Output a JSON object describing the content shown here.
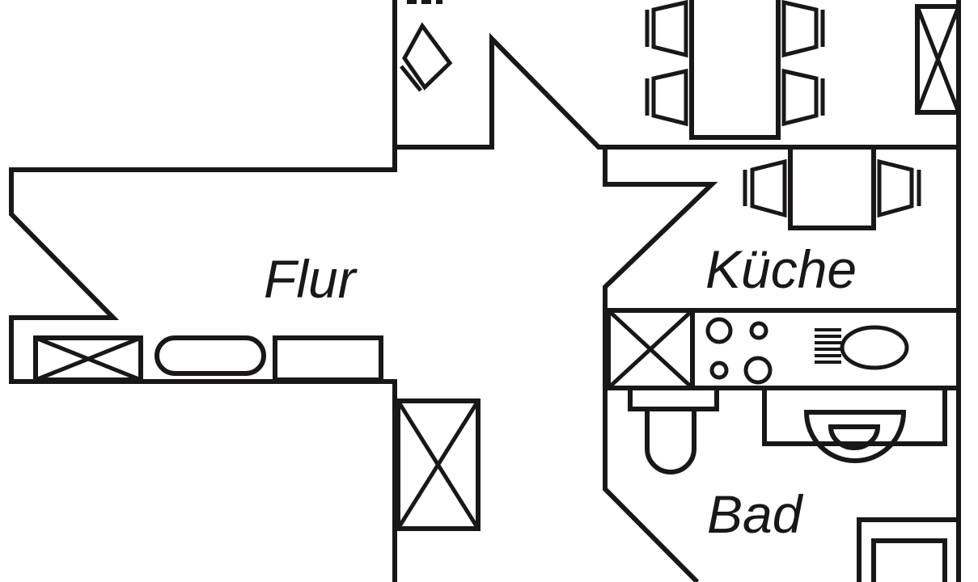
{
  "plan": {
    "rooms": [
      {
        "id": "flur",
        "label": "Flur"
      },
      {
        "id": "kueche",
        "label": "Küche"
      },
      {
        "id": "bad",
        "label": "Bad"
      }
    ],
    "line_color": "#1a1718",
    "background": "#ffffff"
  }
}
